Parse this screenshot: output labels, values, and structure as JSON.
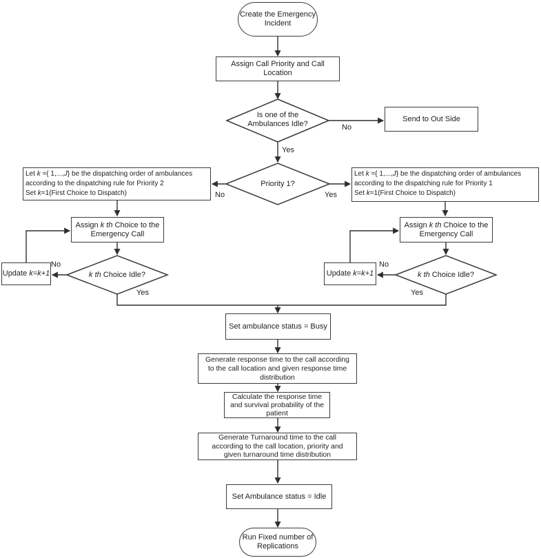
{
  "diagram": {
    "description": "Emergency ambulance dispatch simulation flowchart",
    "colors": {
      "ink": "#2e2e2e",
      "background": "#ffffff"
    },
    "nodes": {
      "start": {
        "lines": [
          [
            {
              "t": "Create the Emergency"
            }
          ],
          [
            {
              "t": "Incident"
            }
          ]
        ]
      },
      "assign_call": {
        "lines": [
          [
            {
              "t": "Assign Call Priority and Call"
            }
          ],
          [
            {
              "t": "Location"
            }
          ]
        ]
      },
      "idle_decision": {
        "lines": [
          [
            {
              "t": "Is one of the"
            }
          ],
          [
            {
              "t": "Ambulances Idle?"
            }
          ]
        ]
      },
      "send_outside": {
        "lines": [
          [
            {
              "t": "Send to Out Side"
            }
          ]
        ]
      },
      "priority_decision": {
        "lines": [
          [
            {
              "t": "Priority 1?"
            }
          ]
        ]
      },
      "let_p2": {
        "lines": [
          [
            {
              "t": "Let "
            },
            {
              "t": "k",
              "i": true
            },
            {
              "t": " ={ 1,...,"
            },
            {
              "t": "J",
              "i": true
            },
            {
              "t": "} be the dispatching order of ambulances"
            }
          ],
          [
            {
              "t": "according to the dispatching rule for Priority 2"
            }
          ],
          [
            {
              "t": "Set "
            },
            {
              "t": "k",
              "i": true
            },
            {
              "t": "=1(First Choice to Dispatch)"
            }
          ]
        ]
      },
      "let_p1": {
        "lines": [
          [
            {
              "t": "Let "
            },
            {
              "t": "k",
              "i": true
            },
            {
              "t": " ={ 1,...,"
            },
            {
              "t": "J",
              "i": true
            },
            {
              "t": "} be the dispatching order of ambulances"
            }
          ],
          [
            {
              "t": "according to the dispatching rule for Priority 1"
            }
          ],
          [
            {
              "t": "Set "
            },
            {
              "t": "k",
              "i": true
            },
            {
              "t": "=1(First Choice to Dispatch)"
            }
          ]
        ]
      },
      "assign_left": {
        "lines": [
          [
            {
              "t": "Assign "
            },
            {
              "t": "k th",
              "i": true
            },
            {
              "t": " Choice to the"
            }
          ],
          [
            {
              "t": "Emergency Call"
            }
          ]
        ]
      },
      "assign_right": {
        "lines": [
          [
            {
              "t": "Assign "
            },
            {
              "t": "k th",
              "i": true
            },
            {
              "t": " Choice to the"
            }
          ],
          [
            {
              "t": "Emergency Call"
            }
          ]
        ]
      },
      "kidle_left": {
        "lines": [
          [
            {
              "t": "k th",
              "i": true
            },
            {
              "t": " Choice Idle?"
            }
          ]
        ]
      },
      "kidle_right": {
        "lines": [
          [
            {
              "t": "k th",
              "i": true
            },
            {
              "t": " Choice Idle?"
            }
          ]
        ]
      },
      "update_left": {
        "lines": [
          [
            {
              "t": "Update "
            },
            {
              "t": "k=k+1",
              "i": true
            }
          ]
        ]
      },
      "update_right": {
        "lines": [
          [
            {
              "t": "Update "
            },
            {
              "t": "k=k+1",
              "i": true
            }
          ]
        ]
      },
      "busy": {
        "lines": [
          [
            {
              "t": "Set ambulance status = Busy"
            }
          ]
        ]
      },
      "gen_response": {
        "lines": [
          [
            {
              "t": "Generate response time to the call according"
            }
          ],
          [
            {
              "t": "to the call location and given response time"
            }
          ],
          [
            {
              "t": "distribution"
            }
          ]
        ]
      },
      "calc_survival": {
        "lines": [
          [
            {
              "t": "Calculate the response time"
            }
          ],
          [
            {
              "t": "and survival probability of the"
            }
          ],
          [
            {
              "t": "patient"
            }
          ]
        ]
      },
      "gen_turnaround": {
        "lines": [
          [
            {
              "t": "Generate Turnaround time to the call"
            }
          ],
          [
            {
              "t": "according to the call location, priority and"
            }
          ],
          [
            {
              "t": "given turnaround time distribution"
            }
          ]
        ]
      },
      "set_idle": {
        "lines": [
          [
            {
              "t": "Set Ambulance status = Idle"
            }
          ]
        ]
      },
      "end": {
        "lines": [
          [
            {
              "t": "Run Fixed number of"
            }
          ],
          [
            {
              "t": "Replications"
            }
          ]
        ]
      }
    },
    "edge_labels": {
      "idle_no": "No",
      "idle_yes": "Yes",
      "priority_no": "No",
      "priority_yes": "Yes",
      "left_no": "No",
      "left_yes": "Yes",
      "right_no": "No",
      "right_yes": "Yes"
    }
  }
}
